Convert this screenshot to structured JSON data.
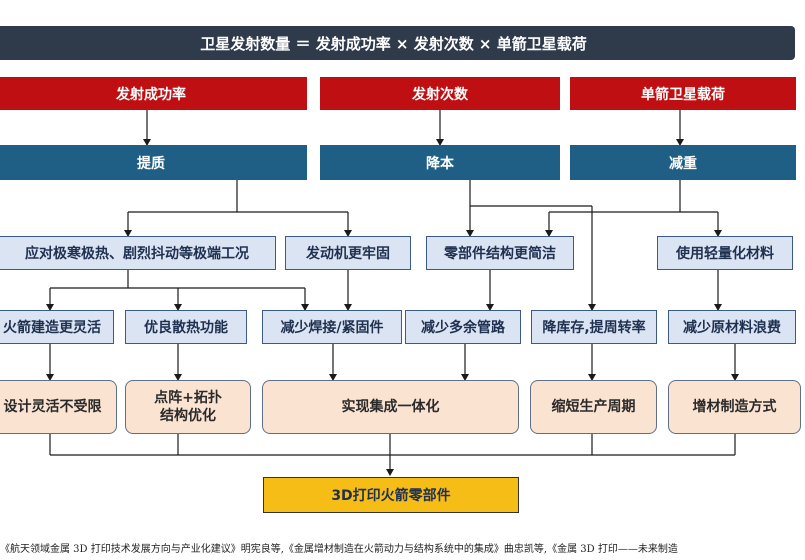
{
  "banner": "卫星发射数量 ＝ 发射成功率 × 发射次数 × 单箭卫星载荷",
  "factors": [
    "发射成功率",
    "发射次数",
    "单箭卫星载荷"
  ],
  "goals": [
    "提质",
    "降本",
    "减重"
  ],
  "level3": [
    "应对极寒极热、剧烈抖动等极端工况",
    "发动机更牢固",
    "零部件结构更简洁",
    "使用轻量化材料"
  ],
  "level4": [
    "火箭建造更灵活",
    "优良散热功能",
    "减少焊接/紧固件",
    "减少多余管路",
    "降库存,提周转率",
    "减少原材料浪费"
  ],
  "level5": [
    "设计灵活不受限",
    "点阵+拓扑\n结构优化",
    "实现集成一体化",
    "缩短生产周期",
    "增材制造方式"
  ],
  "result": "3D打印火箭零部件",
  "source": "《航天领域金属 3D 打印技术发展方向与产业化建议》明宪良等,《金属增材制造在火箭动力与结构系统中的集成》曲忠凯等,《金属 3D 打印——未来制造"
}
